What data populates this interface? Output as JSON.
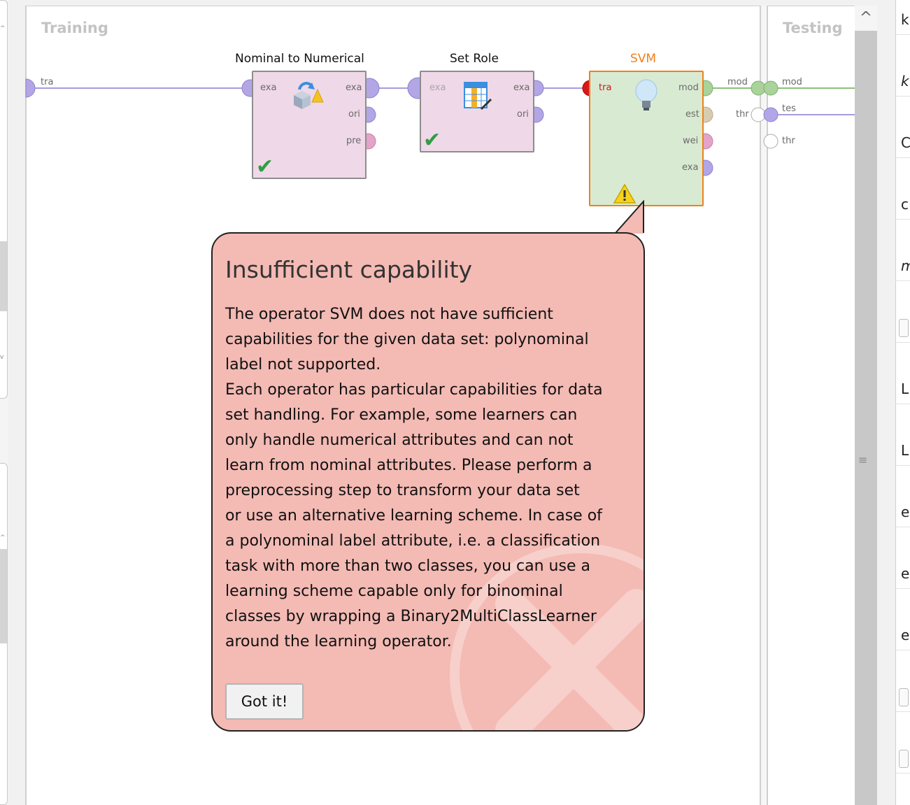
{
  "zones": {
    "training": "Training",
    "testing": "Testing"
  },
  "operators": {
    "nominal": {
      "title": "Nominal to Numerical",
      "in": "exa",
      "out": [
        "exa",
        "ori",
        "pre"
      ]
    },
    "setrole": {
      "title": "Set Role",
      "in": "exa",
      "out": [
        "exa",
        "ori"
      ]
    },
    "svm": {
      "title": "SVM",
      "in": "tra",
      "out": [
        "mod",
        "est",
        "wei",
        "exa"
      ]
    }
  },
  "ports": {
    "training_in": "tra",
    "svm_out_line": "mod",
    "svm_thr": "thr",
    "testing_in": [
      "mod",
      "tes",
      "thr"
    ]
  },
  "tooltip": {
    "title": "Insufficient capability",
    "lines": [
      "The operator SVM does not have sufficient",
      "capabilities for the given data set: polynominal",
      "label not supported.",
      "Each operator has particular capabilities for data",
      "set handling. For example, some learners can",
      "only handle numerical attributes and can not",
      "learn from nominal attributes. Please perform a",
      "preprocessing step to transform your data set",
      "or use an alternative learning scheme. In case of",
      "a polynominal label attribute, i.e. a classification",
      "task with more than two classes, you can use a",
      "learning scheme capable only for binominal",
      "classes by wrapping a Binary2MultiClassLearner",
      "around the learning operator."
    ],
    "button": "Got it!"
  },
  "params": [
    "k",
    "k",
    "C",
    "c",
    "m",
    "",
    "L",
    "L",
    "e",
    "e",
    "e",
    "",
    ""
  ],
  "colors": {
    "selected": "#f08019",
    "error_bg": "#f4bab4",
    "port_purple": "#b3a6e6",
    "check_green": "#2f9e44"
  },
  "icons": [
    "scroll-up-icon",
    "warning-icon",
    "checkmark-icon",
    "lightbulb-icon",
    "cube-convert-icon",
    "table-edit-icon",
    "error-x-icon"
  ]
}
